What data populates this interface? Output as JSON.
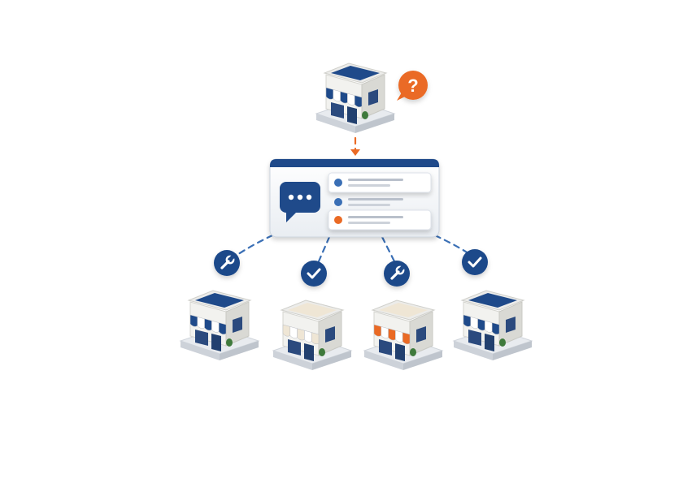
{
  "palette": {
    "navy": "#1f4a8a",
    "blue": "#3a6fb5",
    "orange": "#ea6a25",
    "cream": "#efe6d5",
    "white": "#ffffff",
    "gray": "#d9dde3",
    "dark": "#24324a"
  },
  "top_store": {
    "awning": "navy",
    "roof": "navy",
    "badge_icon": "question-mark-icon",
    "badge_glyph": "?",
    "badge_color": "#ea6a25"
  },
  "panel": {
    "icon": "chat-bubble-icon",
    "rows": [
      {
        "dot_color": "#3a6fb5",
        "highlight": true
      },
      {
        "dot_color": "#3a6fb5",
        "highlight": false
      },
      {
        "dot_color": "#ea6a25",
        "highlight": true
      }
    ]
  },
  "branch_stores": [
    {
      "name": "store-1",
      "awning": "navy",
      "roof": "navy",
      "badge_icon": "wrench-icon"
    },
    {
      "name": "store-2",
      "awning": "cream",
      "roof": "cream",
      "badge_icon": "checkmark-icon"
    },
    {
      "name": "store-3",
      "awning": "orange",
      "roof": "cream",
      "badge_icon": "wrench-icon"
    },
    {
      "name": "store-4",
      "awning": "navy",
      "roof": "navy",
      "badge_icon": "checkmark-icon"
    }
  ]
}
